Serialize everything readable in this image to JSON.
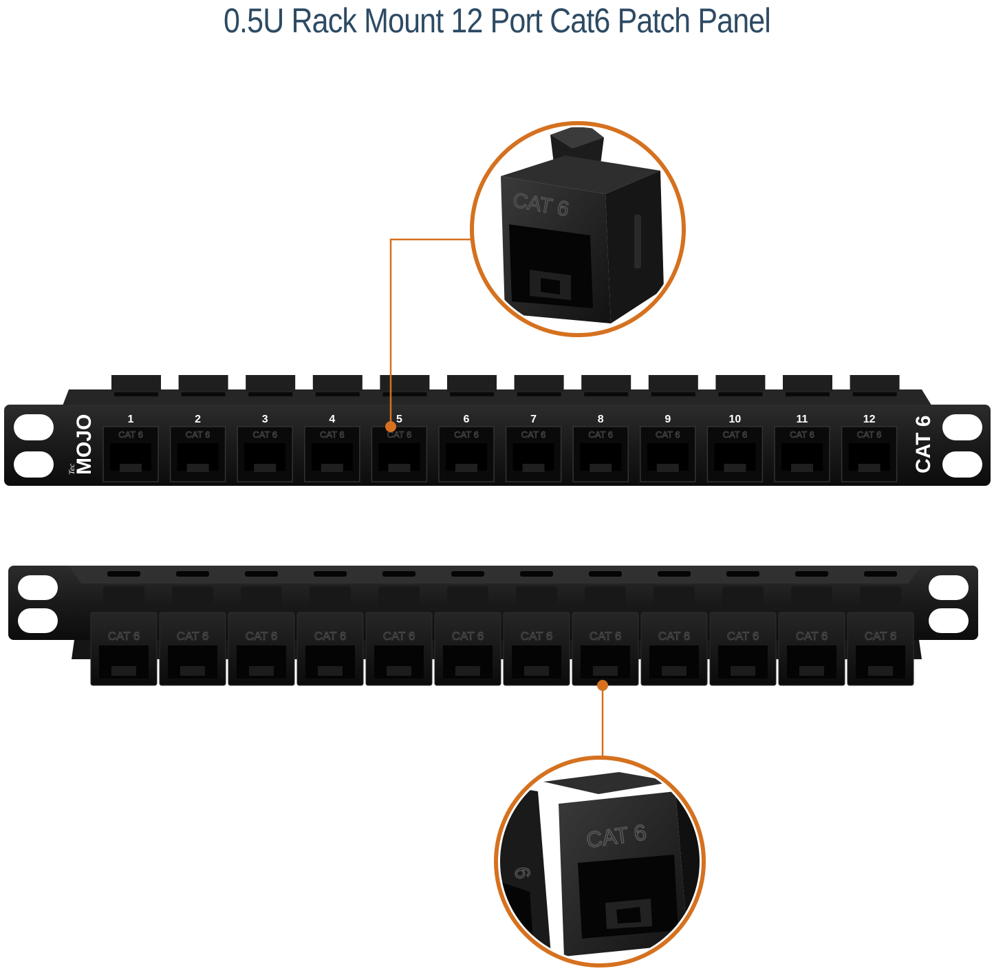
{
  "title": "0.5U Rack Mount 12 Port Cat6 Patch Panel",
  "brand": {
    "logo_prefix": "Tec",
    "logo_name": "MOJO"
  },
  "front_panel": {
    "label": "CAT 6",
    "port_numbers": [
      "1",
      "2",
      "3",
      "4",
      "5",
      "6",
      "7",
      "8",
      "9",
      "10",
      "11",
      "12"
    ]
  },
  "keystone_label": "CAT 6",
  "top_zoom": {
    "label": "CAT 6"
  },
  "bottom_zoom": {
    "label": "CAT 6",
    "side_label": "6"
  },
  "colors": {
    "title": "#2d4a63",
    "accent": "#d5711f",
    "panel": "#1b1b1b",
    "jack": "#121212"
  }
}
